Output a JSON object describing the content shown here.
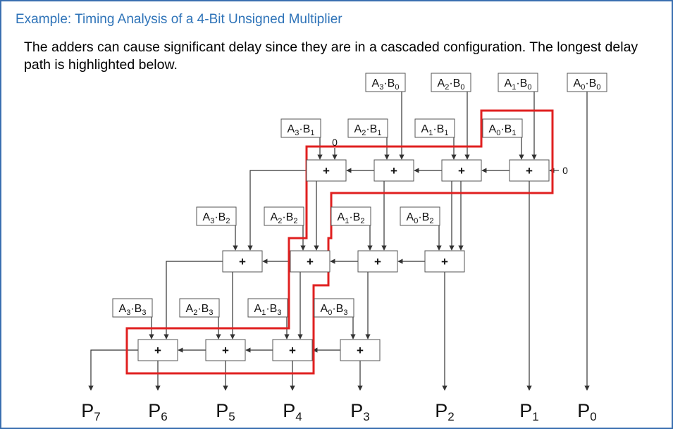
{
  "title": "Example: Timing Analysis of a 4-Bit Unsigned Multiplier",
  "description": "The adders can cause significant delay since they are in a cascaded configuration.  The longest delay path is highlighted below.",
  "adder_symbol": "+",
  "zero_label": "0",
  "colors": {
    "title": "#2e73b8",
    "frame": "#3a6fb0",
    "highlight": "#e02020",
    "wire": "#333333"
  },
  "partial_products": {
    "row0": [
      {
        "a": "3",
        "b": "0"
      },
      {
        "a": "2",
        "b": "0"
      },
      {
        "a": "1",
        "b": "0"
      },
      {
        "a": "0",
        "b": "0"
      }
    ],
    "row1": [
      {
        "a": "3",
        "b": "1"
      },
      {
        "a": "2",
        "b": "1"
      },
      {
        "a": "1",
        "b": "1"
      },
      {
        "a": "0",
        "b": "1"
      }
    ],
    "row2": [
      {
        "a": "3",
        "b": "2"
      },
      {
        "a": "2",
        "b": "2"
      },
      {
        "a": "1",
        "b": "2"
      },
      {
        "a": "0",
        "b": "2"
      }
    ],
    "row3": [
      {
        "a": "3",
        "b": "3"
      },
      {
        "a": "2",
        "b": "3"
      },
      {
        "a": "1",
        "b": "3"
      },
      {
        "a": "0",
        "b": "3"
      }
    ]
  },
  "outputs": [
    "7",
    "6",
    "5",
    "4",
    "3",
    "2",
    "1",
    "0"
  ]
}
